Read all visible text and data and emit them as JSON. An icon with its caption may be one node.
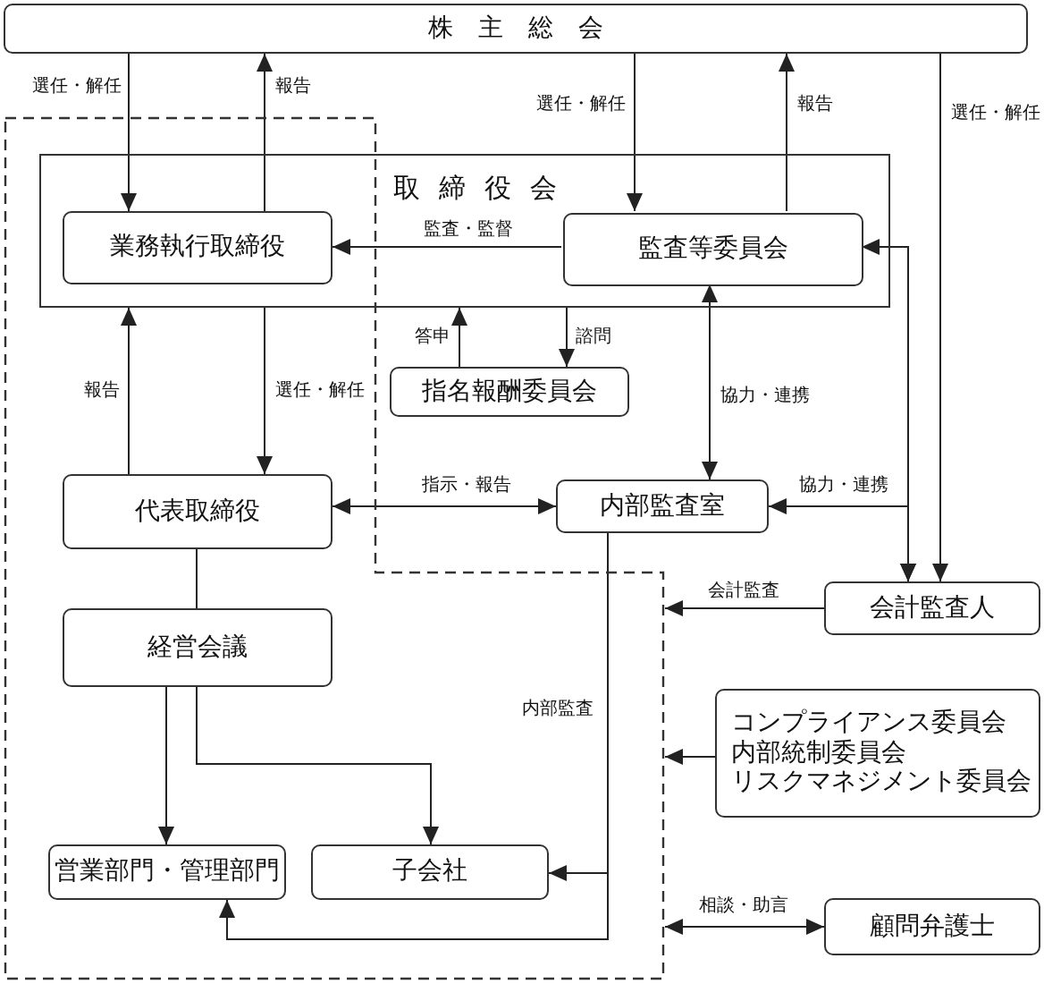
{
  "diagram": {
    "nodes": [
      {
        "text": [
          "株主総会"
        ]
      },
      {
        "text": [],
        "shape": "polygon"
      },
      {
        "text": [
          "取締役会"
        ]
      },
      {
        "text": [
          "業務執行取締役"
        ]
      },
      {
        "text": [
          "監査等委員会"
        ],
        "in": 2
      },
      {
        "text": [
          "指名報酬委員会"
        ]
      },
      {
        "text": [
          "代表取締役"
        ],
        "in": 1
      },
      {
        "text": [
          "内部監査室"
        ]
      },
      {
        "text": [
          "会計監査人"
        ]
      },
      {
        "text": [
          "経営会議"
        ],
        "in": 1
      },
      {
        "text": [
          "コンプライアンス委員会",
          "内部統制委員会",
          "リスクマネジメント委員会"
        ]
      },
      {
        "text": [
          "営業部門・管理部門"
        ],
        "in": 1
      },
      {
        "text": [
          "子会社"
        ],
        "in": 1
      },
      {
        "text": [
          "顧問弁護士"
        ]
      }
    ],
    "edges": [
      {
        "from": 0,
        "to": 3,
        "arrow": "to",
        "label": "選任・解任"
      },
      {
        "from": 3,
        "to": 0,
        "arrow": "to",
        "label": "報告"
      },
      {
        "from": 0,
        "to": 4,
        "arrow": "to",
        "label": "選任・解任"
      },
      {
        "from": 4,
        "to": 0,
        "arrow": "to",
        "label": "報告"
      },
      {
        "from": 0,
        "to": 8,
        "arrow": "to",
        "label": "選任・解任"
      },
      {
        "from": 4,
        "to": 3,
        "arrow": "to",
        "label": "監査・監督"
      },
      {
        "from": 2,
        "to": 5,
        "arrow": "to",
        "label": "諮問"
      },
      {
        "from": 5,
        "to": 2,
        "arrow": "to",
        "label": "答申"
      },
      {
        "from": 6,
        "to": 2,
        "arrow": "to",
        "label": "報告"
      },
      {
        "from": 2,
        "to": 6,
        "arrow": "to",
        "label": "選任・解任"
      },
      {
        "from": 7,
        "to": 4,
        "arrow": "both",
        "label": "協力・連携"
      },
      {
        "from": 6,
        "to": 7,
        "arrow": "both",
        "label": "指示・報告"
      },
      {
        "from": 8,
        "to": 4,
        "arrow": "both"
      },
      {
        "from": 8,
        "to": 7,
        "arrow": "both",
        "label": "協力・連携"
      },
      {
        "from": 8,
        "to": 1,
        "arrow": "to",
        "label": "会計監査"
      },
      {
        "from": 10,
        "to": 1,
        "arrow": "to"
      },
      {
        "from": 13,
        "to": 1,
        "arrow": "both",
        "label": "相談・助言"
      },
      {
        "from": 6,
        "to": 9,
        "arrow": "none"
      },
      {
        "from": 9,
        "to": 11,
        "arrow": "to"
      },
      {
        "from": 9,
        "to": 12,
        "arrow": "to"
      },
      {
        "from": 7,
        "to": 12,
        "arrow": "to",
        "label": "内部監査"
      },
      {
        "from": 7,
        "to": 11,
        "arrow": "to"
      }
    ]
  }
}
